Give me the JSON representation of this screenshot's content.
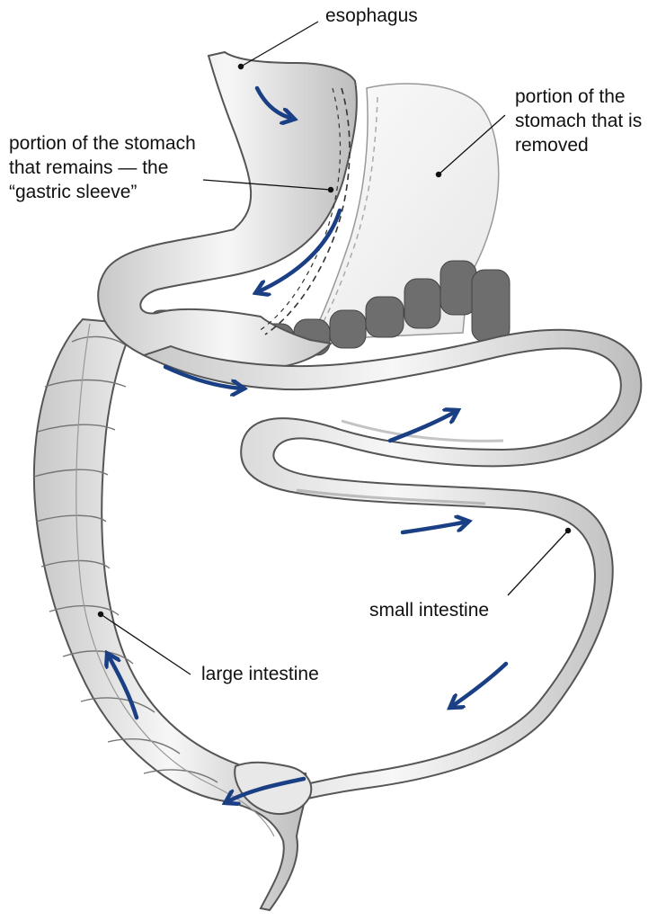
{
  "labels": {
    "esophagus": "esophagus",
    "sleeve_line1": "portion of the stomach",
    "sleeve_line2": "that remains — the",
    "sleeve_line3": "“gastric sleeve”",
    "removed_line1": "portion of the",
    "removed_line2": "stomach that is",
    "removed_line3": "removed",
    "small_intestine": "small intestine",
    "large_intestine": "large intestine"
  },
  "colors": {
    "arrow": "#1a3f85",
    "tissue_fill": "#f1f1f1",
    "tissue_stroke": "#555555",
    "removed_fill": "#f7f7f7",
    "fold_shade": "#6e6e6e",
    "leader": "#111111"
  }
}
